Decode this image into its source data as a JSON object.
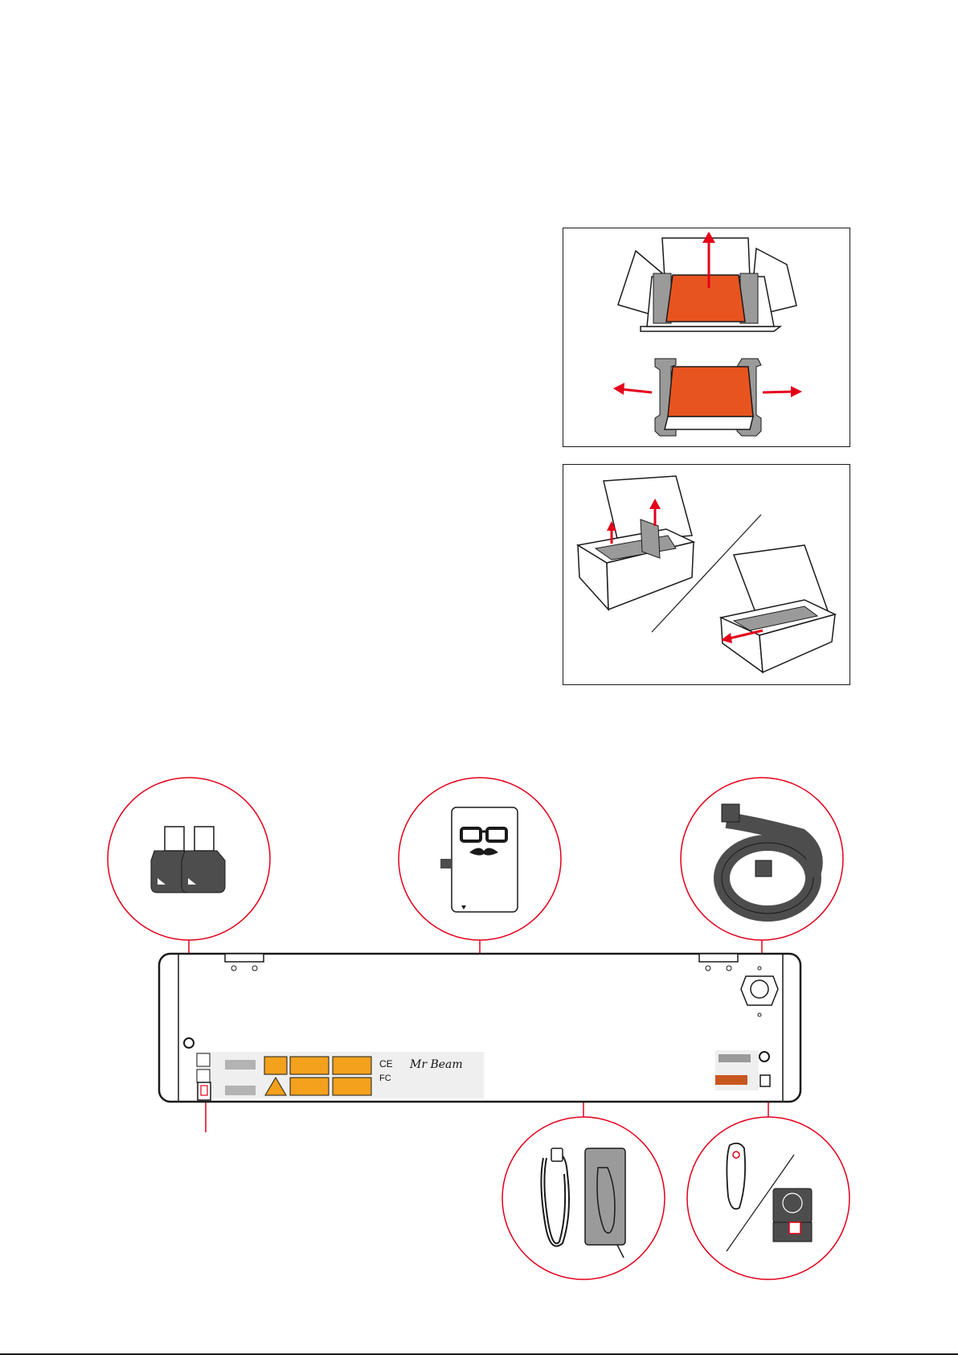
{
  "colors": {
    "accent_red": "#e3001b",
    "orange_panel": "#e8541f",
    "warning_orange": "#f4a11d",
    "dark_gray": "#4d4d4d",
    "line": "#1a1a1a"
  },
  "panels": [
    {
      "id": "unbox",
      "icon": "box-unpacking-illustration"
    },
    {
      "id": "remove",
      "icon": "box-insert-removal-illustration"
    }
  ],
  "overview": {
    "device": "rear-panel-illustration",
    "brand_text": "Mr Beam",
    "mark_ce": "CE",
    "mark_fc": "FC",
    "callouts": [
      {
        "id": "keys",
        "icon": "key-icon"
      },
      {
        "id": "sheet",
        "icon": "mr-beam-sheet-icon"
      },
      {
        "id": "hose",
        "icon": "exhaust-hose-icon"
      },
      {
        "id": "power",
        "icon": "power-supply-icon"
      },
      {
        "id": "airfilter",
        "icon": "air-filter-icon"
      }
    ]
  }
}
